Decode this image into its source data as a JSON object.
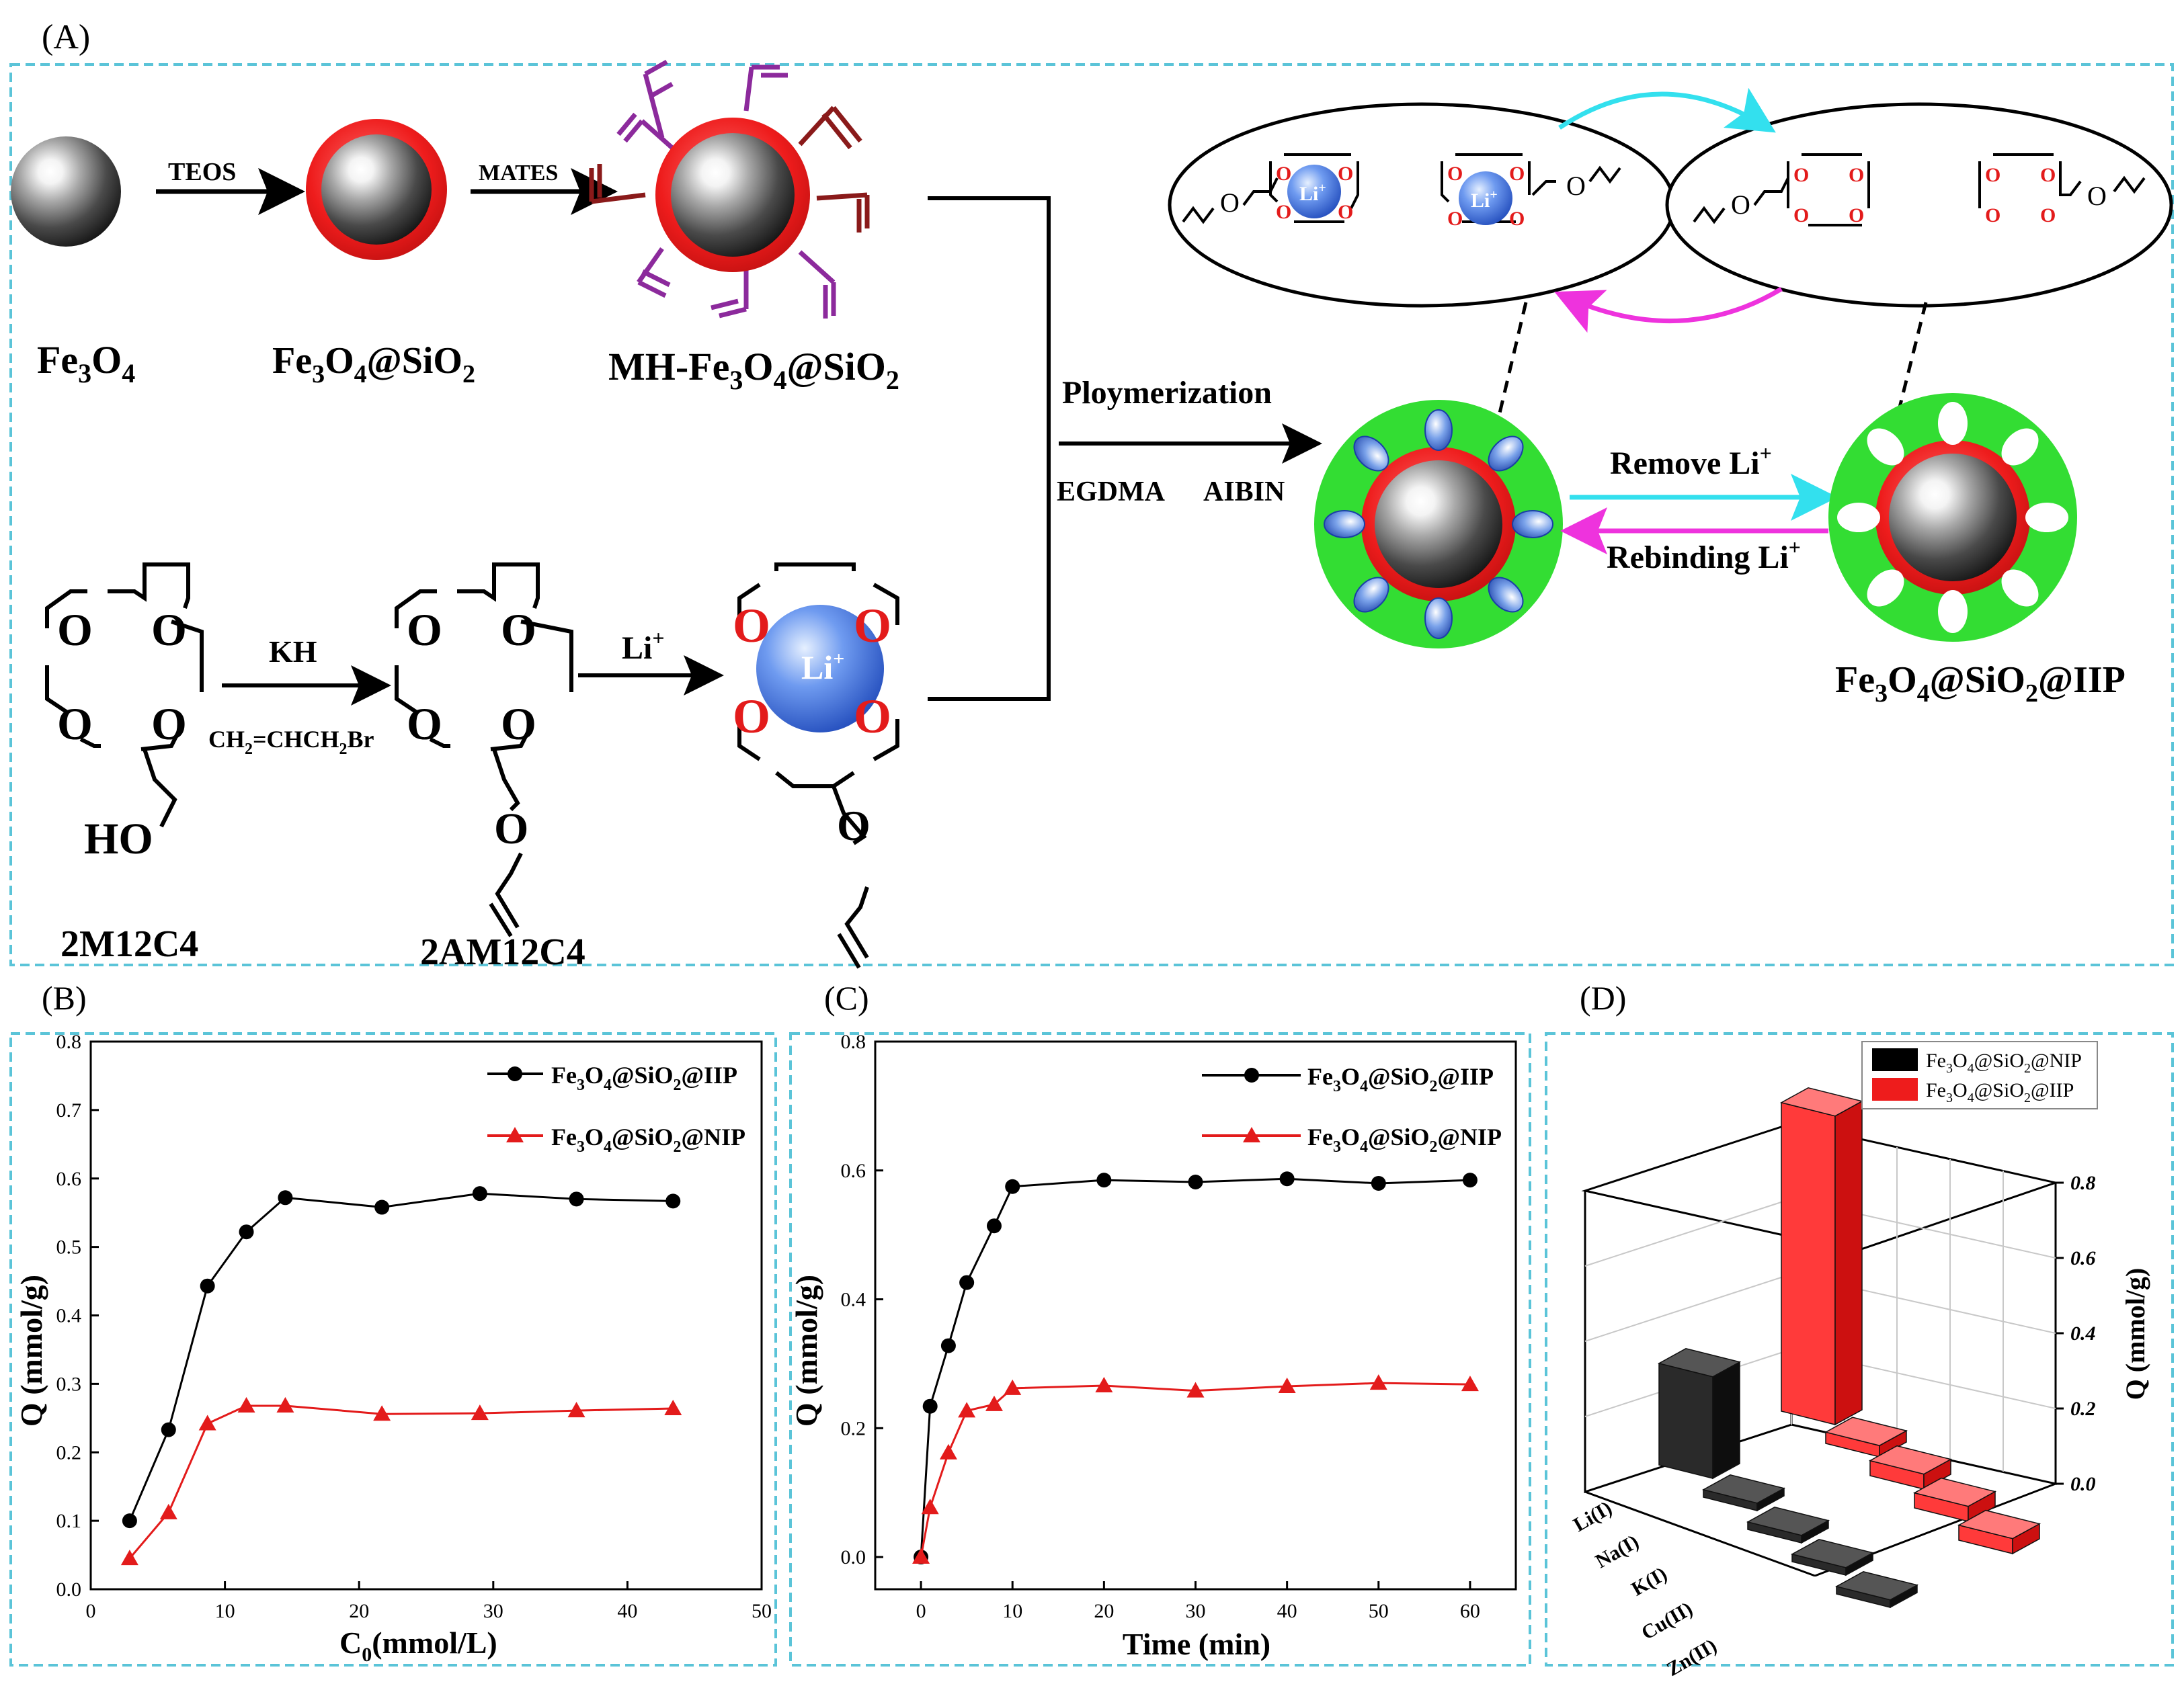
{
  "colors": {
    "panel_border": "#5bc4d8",
    "shell": "#e31b1b",
    "imprint_layer": "#33dd33",
    "li_ion": "#3b6fd8",
    "oxygen": "#e31b1b",
    "arrow_cyan": "#33e0ee",
    "arrow_magenta": "#ee33dd",
    "vinyl_purple": "#8c2a9c",
    "vinyl_darkred": "#8a1a1a",
    "iip_series": "#000000",
    "nip_series": "#e31b1b"
  },
  "panel_a": {
    "label": "(A)",
    "particles": {
      "fe3o4": {
        "base": "Fe",
        "sub1": "3",
        "mid": "O",
        "sub2": "4"
      },
      "fe3o4_sio2": {
        "base": "Fe",
        "sub1": "3",
        "mid": "O",
        "sub2": "4",
        "tail": "@SiO",
        "sub3": "2"
      },
      "mh": {
        "pre": "MH-Fe",
        "sub1": "3",
        "mid": "O",
        "sub2": "4",
        "tail": "@SiO",
        "sub3": "2"
      },
      "iip": {
        "base": "Fe",
        "sub1": "3",
        "mid": "O",
        "sub2": "4",
        "tail": "@SiO",
        "sub3": "2",
        "end": "@IIP"
      }
    },
    "arrows": {
      "teos": "TEOS",
      "mates": "MATES",
      "kh": "KH",
      "allyl_bromide": {
        "a": "CH",
        "s1": "2",
        "b": "=CHCH",
        "s2": "2",
        "c": "Br"
      },
      "li_plus": {
        "base": "Li",
        "sup": "+"
      },
      "polymerization": "Ploymerization",
      "egdma": "EGDMA",
      "aibin": "AIBIN",
      "remove": {
        "base": "Remove Li",
        "sup": "+"
      },
      "rebinding": {
        "base": "Rebinding Li",
        "sup": "+"
      }
    },
    "molecules": {
      "crown": "2M12C4",
      "allyl_crown": "2AM12C4",
      "ho": "HO",
      "o": "O",
      "li_ion": {
        "base": "Li",
        "sup": "+"
      }
    }
  },
  "panel_b": {
    "label": "(B)",
    "legend_iip": {
      "a": "Fe",
      "s1": "3",
      "b": "O",
      "s2": "4",
      "c": "@SiO",
      "s3": "2",
      "d": "@IIP"
    },
    "legend_nip": {
      "a": "Fe",
      "s1": "3",
      "b": "O",
      "s2": "4",
      "c": "@SiO",
      "s3": "2",
      "d": "@NIP"
    },
    "xlabel": {
      "a": "C",
      "sub": "0",
      "b": "(mmol/L)"
    },
    "ylabel": "Q (mmol/g)"
  },
  "panel_c": {
    "label": "(C)",
    "xlabel": "Time (min)",
    "ylabel": "Q (mmol/g)"
  },
  "panel_d": {
    "label": "(D)",
    "ylabel": "Q (mmol/g)"
  },
  "chart_data": [
    {
      "type": "line",
      "panel": "B",
      "xlabel": "C0(mmol/L)",
      "ylabel": "Q (mmol/g)",
      "xlim": [
        0,
        50
      ],
      "ylim": [
        0,
        0.8
      ],
      "xticks": [
        "0",
        "10",
        "20",
        "30",
        "40",
        "50"
      ],
      "yticks": [
        "0.0",
        "0.1",
        "0.2",
        "0.3",
        "0.4",
        "0.5",
        "0.6",
        "0.7",
        "0.8"
      ],
      "grid": false,
      "legend": "top-right",
      "series": [
        {
          "name": "Fe3O4@SiO2@IIP",
          "marker": "circle",
          "x": [
            2.9,
            5.8,
            8.7,
            11.6,
            14.5,
            21.7,
            29.0,
            36.2,
            43.4
          ],
          "y": [
            0.1,
            0.233,
            0.443,
            0.522,
            0.572,
            0.558,
            0.578,
            0.57,
            0.567
          ]
        },
        {
          "name": "Fe3O4@SiO2@NIP",
          "marker": "triangle",
          "x": [
            2.9,
            5.8,
            8.7,
            11.6,
            14.5,
            21.7,
            29.0,
            36.2,
            43.4
          ],
          "y": [
            0.045,
            0.112,
            0.242,
            0.268,
            0.268,
            0.256,
            0.257,
            0.261,
            0.264
          ]
        }
      ]
    },
    {
      "type": "line",
      "panel": "C",
      "xlabel": "Time (min)",
      "ylabel": "Q (mmol/g)",
      "xlim": [
        -5,
        65
      ],
      "ylim": [
        -0.05,
        0.8
      ],
      "xticks": [
        "0",
        "10",
        "20",
        "30",
        "40",
        "50",
        "60"
      ],
      "yticks": [
        "0.0",
        "0.2",
        "0.4",
        "0.6",
        "0.8"
      ],
      "grid": false,
      "legend": "top-right",
      "series": [
        {
          "name": "Fe3O4@SiO2@IIP",
          "marker": "circle",
          "x": [
            0,
            1,
            3,
            5,
            8,
            10,
            20,
            30,
            40,
            50,
            60
          ],
          "y": [
            0.0,
            0.234,
            0.328,
            0.426,
            0.514,
            0.575,
            0.585,
            0.582,
            0.587,
            0.58,
            0.585
          ]
        },
        {
          "name": "Fe3O4@SiO2@NIP",
          "marker": "triangle",
          "x": [
            0,
            1,
            3,
            5,
            8,
            10,
            20,
            30,
            40,
            50,
            60
          ],
          "y": [
            0.0,
            0.077,
            0.162,
            0.227,
            0.237,
            0.262,
            0.266,
            0.258,
            0.265,
            0.27,
            0.268
          ]
        }
      ]
    },
    {
      "type": "bar",
      "panel": "D",
      "ylabel": "Q (mmol/g)",
      "zlim": [
        0,
        0.8
      ],
      "zticks": [
        "0.0",
        "0.2",
        "0.4",
        "0.6",
        "0.8"
      ],
      "legend": "top-left",
      "categories": [
        "Li(I)",
        "Na(I)",
        "K(I)",
        "Cu(II)",
        "Zn(II)"
      ],
      "series": [
        {
          "name": "Fe3O4@SiO2@NIP",
          "values": [
            0.27,
            0.02,
            0.02,
            0.02,
            0.02
          ]
        },
        {
          "name": "Fe3O4@SiO2@IIP",
          "values": [
            0.82,
            0.03,
            0.04,
            0.04,
            0.04
          ]
        }
      ]
    }
  ]
}
